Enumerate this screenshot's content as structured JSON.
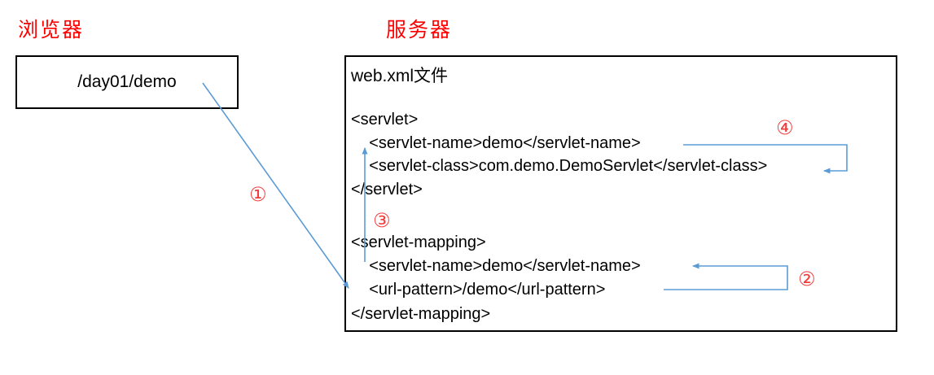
{
  "colors": {
    "title_red": "#ff0000",
    "annotation_red": "#f23b3b",
    "arrow_blue": "#5b9bd5",
    "box_border": "#000000",
    "text": "#000000"
  },
  "browser": {
    "title": "浏览器",
    "request_path": "/day01/demo"
  },
  "server": {
    "title": "服务器",
    "file_label": "web.xml文件",
    "code_lines": [
      "<servlet>",
      "    <servlet-name>demo</servlet-name>",
      "    <servlet-class>com.demo.DemoServlet</servlet-class>",
      "</servlet>",
      "<servlet-mapping>",
      "    <servlet-name>demo</servlet-name>",
      "    <url-pattern>/demo</url-pattern>",
      "</servlet-mapping>"
    ]
  },
  "annotations": {
    "step1": "①",
    "step2": "②",
    "step3": "③",
    "step4": "④"
  }
}
